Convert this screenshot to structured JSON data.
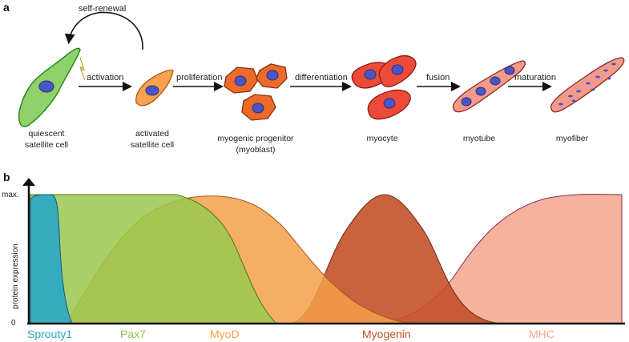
{
  "panel_a": {
    "letter": "a",
    "self_renewal": "self-renewal",
    "arrows": [
      "activation",
      "proliferation",
      "differentiation",
      "fusion",
      "maturation"
    ],
    "stages": [
      {
        "line1": "quiescent",
        "line2": "satellite cell"
      },
      {
        "line1": "activated",
        "line2": "satellite cell"
      },
      {
        "line1": "myogenic progenitor",
        "line2": "(myoblast)"
      },
      {
        "line1": "myocyte",
        "line2": ""
      },
      {
        "line1": "myotube",
        "line2": ""
      },
      {
        "line1": "myofiber",
        "line2": ""
      }
    ]
  },
  "panel_b": {
    "letter": "b",
    "y_axis_label": "protein expression",
    "y_max_label": "max.",
    "y_zero_label": "0",
    "proteins": [
      {
        "name": "Sprouty1",
        "color": "#2aa6c8"
      },
      {
        "name": "Pax7",
        "color": "#8bc34a"
      },
      {
        "name": "MyoD",
        "color": "#f5a04a"
      },
      {
        "name": "Myogenin",
        "color": "#c4502a"
      },
      {
        "name": "MHC",
        "color": "#f4a48c"
      }
    ]
  },
  "colors": {
    "quiescent_cell": "#8fd16a",
    "activated_cell": "#f6a24e",
    "progenitor_cell": "#ee6a2a",
    "myocyte": "#ee4a3a",
    "myotube": "#f49a8a",
    "myofiber": "#f49a8a",
    "nucleus": "#4a56c6"
  }
}
